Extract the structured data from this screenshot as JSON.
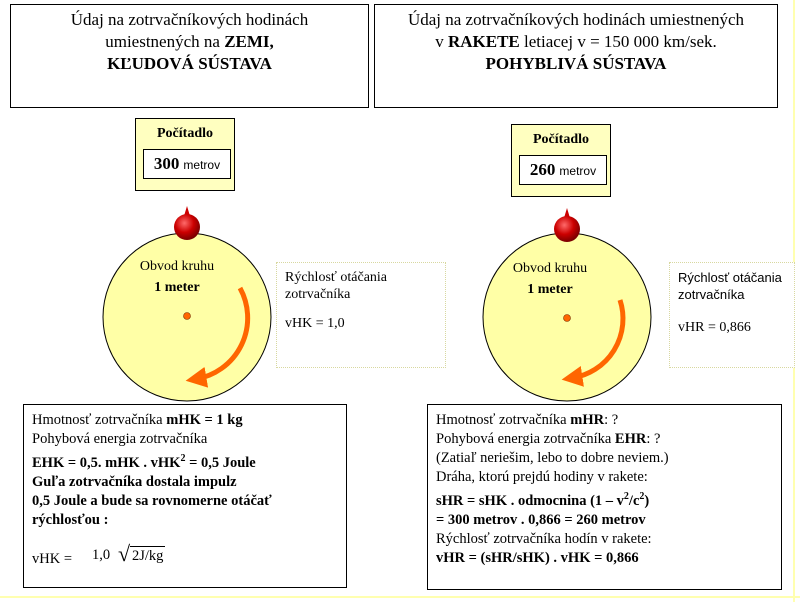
{
  "left": {
    "header": {
      "line1": "Údaj na zotrvačníkových hodinách",
      "line2_pre": "umiestnených na ",
      "line2_bold": "ZEMI,",
      "line3": "KĽUDOVÁ SÚSTAVA"
    },
    "counter": {
      "title": "Počítadlo",
      "value": "300",
      "unit": "metrov"
    },
    "circle": {
      "label": "Obvod kruhu",
      "value": "1 meter"
    },
    "speed": {
      "line1": "Rýchlosť  otáčania",
      "line2": "zotrvačníka",
      "value": "vHK = 1,0"
    },
    "panel": {
      "l1_text": "Hmotnosť zotrvačníka ",
      "l1_bold": "mHK = 1 kg",
      "l2": "Pohybová energia zotrvačníka",
      "l3_a": "EHK = 0,5. mHK . vHK",
      "l3_sup": "2",
      "l3_b": " = 0,5 Joule",
      "l4": "Guľa zotrvačníka dostala impulz",
      "l5": "0,5 Joule a bude sa rovnomerne otáčať",
      "l6": "rýchlosťou :",
      "formula_label": "vHK =",
      "formula_coef": "1,0",
      "formula_rad": "2J/kg"
    }
  },
  "right": {
    "header": {
      "line1": "Údaj na zotrvačníkových hodinách umiestnených",
      "line2_pre": "v ",
      "line2_bold": "RAKETE",
      "line2_post": " letiacej v = 150 000 km/sek.",
      "line3": "POHYBLIVÁ SÚSTAVA"
    },
    "counter": {
      "title": "Počítadlo",
      "value": "260",
      "unit": "metrov"
    },
    "circle": {
      "label": "Obvod kruhu",
      "value": "1 meter"
    },
    "speed": {
      "line1": "Rýchlosť  otáčania",
      "line2": "zotrvačníka",
      "value": "vHR = 0,866"
    },
    "panel": {
      "l1_text": "Hmotnosť zotrvačníka ",
      "l1_bold": "mHR",
      "l1_post": ":  ?",
      "l2_text": "Pohybová energia zotrvačníka ",
      "l2_bold": "EHR",
      "l2_post": ": ?",
      "l3": "(Zatiaľ neriešim, lebo to dobre neviem.)",
      "l4": "Dráha, ktorú prejdú hodiny v rakete:",
      "l5_a": "sHR = sHK . odmocnina (1 – v",
      "l5_sup1": "2",
      "l5_b": "/c",
      "l5_sup2": "2",
      "l5_c": ")",
      "l6": " = 300 metrov . 0,866  = 260 metrov",
      "l7": "Rýchlosť zotrvačníka hodín v rakete:",
      "l8": "vHR = (sHR/sHK) . vHK = 0,866"
    }
  },
  "colors": {
    "dial": "#ffffa6",
    "counter_bg": "#ffffc0",
    "arrow": "#ff6600",
    "knob": "#cc0000",
    "center_dot": "#ff6600",
    "guide": "#ffffb0"
  }
}
